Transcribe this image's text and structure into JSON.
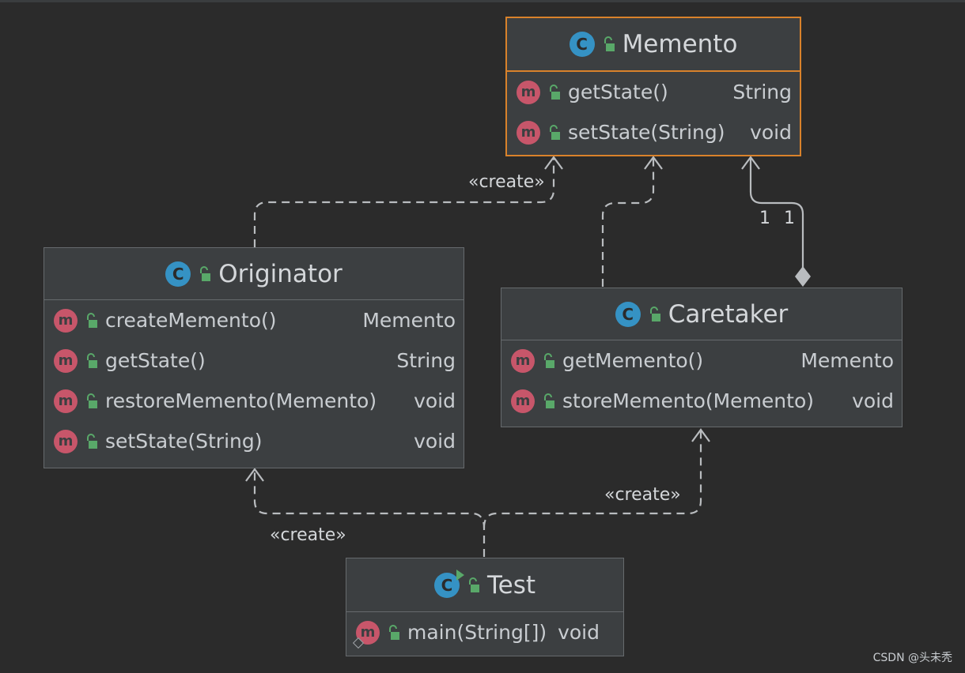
{
  "classes": {
    "memento": {
      "name": "Memento",
      "methods": [
        {
          "name": "getState()",
          "type": "String"
        },
        {
          "name": "setState(String)",
          "type": "void"
        }
      ]
    },
    "originator": {
      "name": "Originator",
      "methods": [
        {
          "name": "createMemento()",
          "type": "Memento"
        },
        {
          "name": "getState()",
          "type": "String"
        },
        {
          "name": "restoreMemento(Memento)",
          "type": "void"
        },
        {
          "name": "setState(String)",
          "type": "void"
        }
      ]
    },
    "caretaker": {
      "name": "Caretaker",
      "methods": [
        {
          "name": "getMemento()",
          "type": "Memento"
        },
        {
          "name": "storeMemento(Memento)",
          "type": "void"
        }
      ]
    },
    "test": {
      "name": "Test",
      "methods": [
        {
          "name": "main(String[])",
          "type": "void"
        }
      ]
    }
  },
  "labels": {
    "create_originator_memento": "«create»",
    "create_test_caretaker": "«create»",
    "create_test_originator": "«create»",
    "mult_left": "1",
    "mult_right": "1"
  },
  "icons": {
    "class_badge": "C",
    "method_badge": "m"
  },
  "colors": {
    "background": "#2b2b2b",
    "selection_border": "#d9822b",
    "class_icon": "#3592c4",
    "method_icon": "#c7566a",
    "public_icon": "#59a869"
  },
  "watermark": "CSDN @头未秃"
}
